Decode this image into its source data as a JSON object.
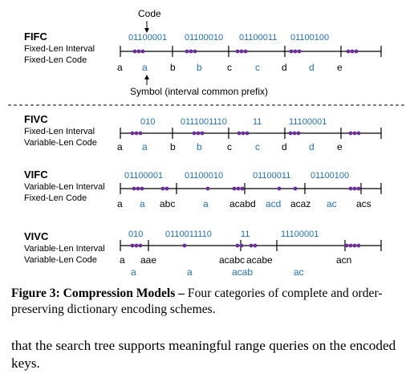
{
  "colors": {
    "text": "#000000",
    "code": "#1f6fb8",
    "dot": "#6a2ea0",
    "line": "#000000"
  },
  "figure": {
    "annotations": {
      "code_label": "Code",
      "symbol_label": "Symbol (interval common prefix)"
    },
    "models": [
      {
        "name": "FIFC",
        "line1": "Fixed-Len Interval",
        "line2": "Fixed-Len Code",
        "codes": [
          "01100001",
          "01100010",
          "01100011",
          "01100100"
        ],
        "symbols": [
          "a",
          "a",
          "b",
          "b",
          "c",
          "c",
          "d",
          "d",
          "e"
        ]
      },
      {
        "name": "FIVC",
        "line1": "Fixed-Len Interval",
        "line2": "Variable-Len Code",
        "codes": [
          "010",
          "0111001110",
          "11",
          "11100001"
        ],
        "symbols": [
          "a",
          "a",
          "b",
          "b",
          "c",
          "c",
          "d",
          "d",
          "e"
        ]
      },
      {
        "name": "VIFC",
        "line1": "Variable-Len Interval",
        "line2": "Fixed-Len Code",
        "codes": [
          "01100001",
          "01100010",
          "01100011",
          "01100100"
        ],
        "symbols": [
          "a",
          "a",
          "abc",
          "a",
          "acabd",
          "acd",
          "acaz",
          "ac",
          "acs"
        ]
      },
      {
        "name": "VIVC",
        "line1": "Variable-Len Interval",
        "line2": "Variable-Len Code",
        "codes": [
          "010",
          "0110011110",
          "11",
          "11100001"
        ],
        "symbols": [
          "a",
          "aae",
          "acabc",
          "acabe",
          "acn",
          "a",
          "a",
          "acab",
          "ac"
        ]
      }
    ]
  },
  "caption": {
    "label": "Figure 3: Compression Models",
    "dash": "–",
    "text": "Four categories of complete and order-preserving dictionary encoding schemes."
  },
  "body_text": "that the search tree supports meaningful range queries on the encoded keys."
}
